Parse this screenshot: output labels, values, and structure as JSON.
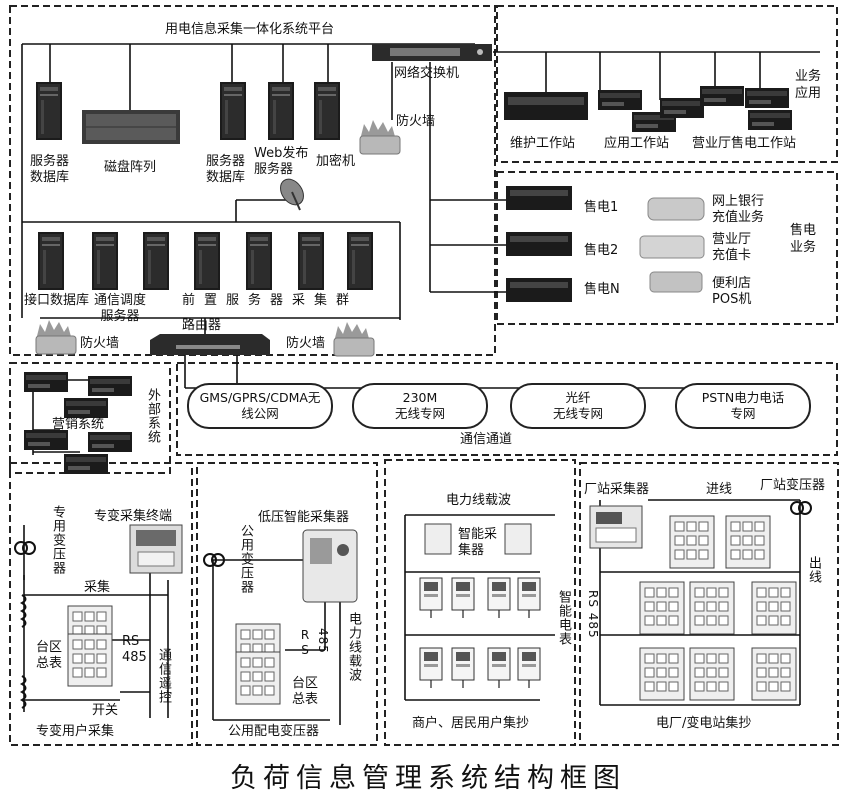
{
  "platform": {
    "title": "用电信息采集一体化系统平台",
    "switch": "网络交换机",
    "server_db": "服务器\n数据库",
    "disk_array": "磁盘阵列",
    "server_db2": "服务器\n数据库",
    "web_server": "Web发布\n服务器",
    "encryptor": "加密机",
    "firewall_top": "防火墙",
    "interface_db": "接口数据库",
    "comm_server": "通信调度\n服务器",
    "front_group": "前置服务器采集群",
    "router": "路由器",
    "firewall_left": "防火墙",
    "firewall_right": "防火墙"
  },
  "business": {
    "title": "业务\n应用",
    "maintenance": "维护工作站",
    "application": "应用工作站",
    "sales_hall": "营业厅售电工作站"
  },
  "sales": {
    "title": "售电\n业务",
    "s1": "售电1",
    "s2": "售电2",
    "sn": "售电N",
    "online_bank": "网上银行\n充值业务",
    "hall_card": "营业厅\n充值卡",
    "pos": "便利店\nPOS机"
  },
  "external": {
    "title": "外部系统",
    "marketing": "营销系统"
  },
  "channels": {
    "title": "通信通道",
    "items": [
      "GMS/GPRS/CDMA无\n线公网",
      "230M\n无线专网",
      "光纤\n无线专网",
      "PSTN电力电话\n专网"
    ]
  },
  "dedicated": {
    "title": "专变用户采集",
    "transformer": "专用变压器",
    "terminal": "专变采集终端",
    "collect": "采集",
    "rs485": "RS\n485",
    "meter": "台区\n总表",
    "remote": "通信遥控",
    "switch": "开关"
  },
  "public": {
    "title": "公用配电变压器",
    "collector": "低压智能采集器",
    "transformer": "公用变压器",
    "rs": "RS",
    "n485": "485",
    "plc": "电力线载波",
    "meter": "台区\n总表"
  },
  "resident": {
    "title": "商户、居民用户集抄",
    "plc": "电力线载波",
    "collector": "智能采\n集器",
    "meter": "智能电表"
  },
  "plant": {
    "title": "电厂/变电站集抄",
    "collector": "厂站采集器",
    "incoming": "进线",
    "transformer": "厂站变压器",
    "outgoing": "出线",
    "rs485": "RS 485"
  },
  "caption": "负荷信息管理系统结构框图",
  "colors": {
    "line": "#111111",
    "device": "#1b1b1b",
    "background": "#ffffff"
  }
}
